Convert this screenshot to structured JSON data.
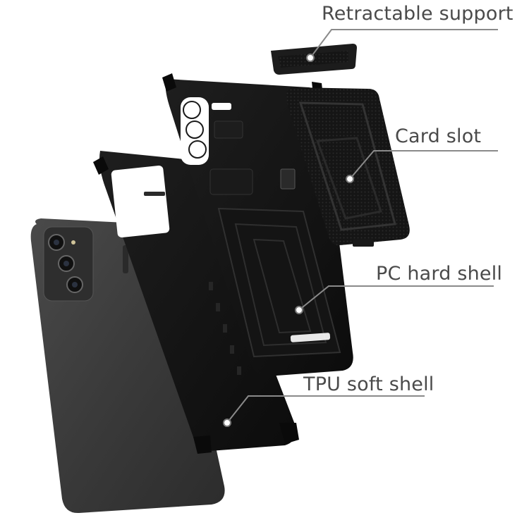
{
  "labels": {
    "retractable_support": "Retractable support",
    "card_slot": "Card slot",
    "pc_hard_shell": "PC hard shell",
    "tpu_soft_shell": "TPU soft shell"
  },
  "colors": {
    "phone_body": "#3a3a3a",
    "case_black": "#141414",
    "leader_line": "#8a8a8a",
    "label_text": "#4a4a4a"
  }
}
